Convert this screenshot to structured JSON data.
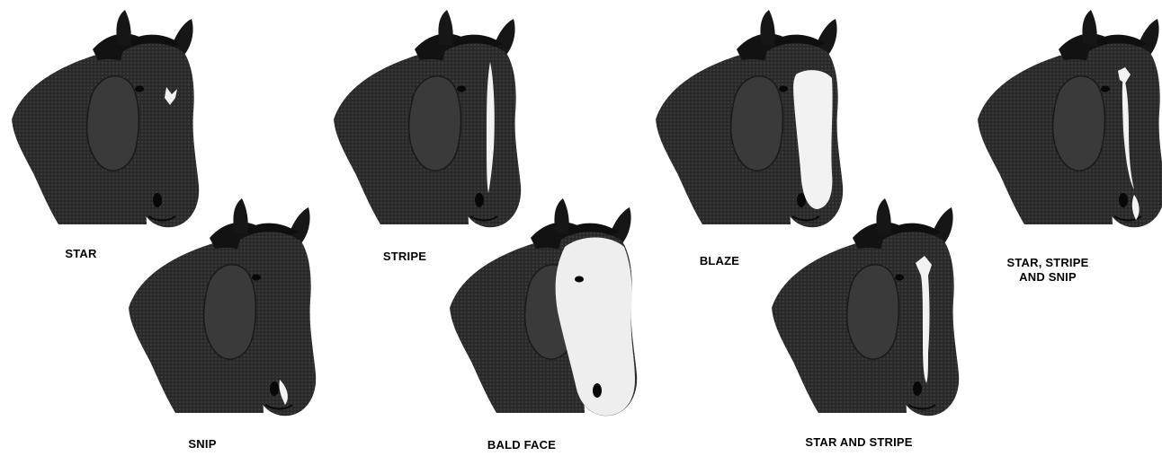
{
  "colors": {
    "coat": "#2a2a2a",
    "coat_dark": "#141414",
    "mark": "#f2f2f2",
    "background": "#ffffff",
    "text": "#000000"
  },
  "figures": [
    {
      "id": "star",
      "label": "STAR",
      "marking": "star"
    },
    {
      "id": "stripe",
      "label": "STRIPE",
      "marking": "stripe"
    },
    {
      "id": "blaze",
      "label": "BLAZE",
      "marking": "blaze"
    },
    {
      "id": "star-stripe-snip",
      "label_line1": "STAR, STRIPE",
      "label_line2": "AND SNIP",
      "marking": "star-stripe-snip"
    },
    {
      "id": "snip",
      "label": "SNIP",
      "marking": "snip"
    },
    {
      "id": "bald-face",
      "label": "BALD FACE",
      "marking": "bald-face"
    },
    {
      "id": "star-and-stripe",
      "label": "STAR AND STRIPE",
      "marking": "star-and-stripe"
    }
  ]
}
